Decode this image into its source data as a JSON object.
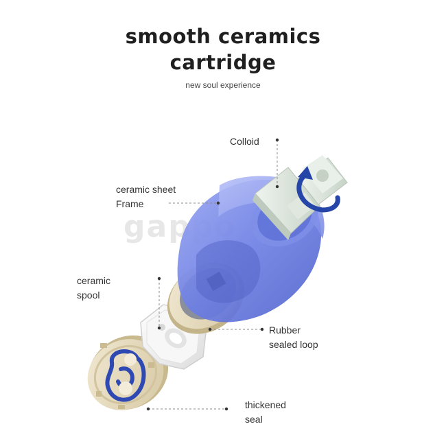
{
  "header": {
    "title_line1": "smooth ceramics",
    "title_line2": "cartridge",
    "subtitle": "new soul experience"
  },
  "callouts": {
    "colloid": [
      "Colloid"
    ],
    "frame": [
      "ceramic sheet",
      "Frame"
    ],
    "spool": [
      "ceramic",
      "spool"
    ],
    "rubber": [
      "Rubber",
      "sealed loop"
    ],
    "seal": [
      "thickened",
      "seal"
    ]
  },
  "watermark": "gappo",
  "colors": {
    "blue_housing": "#6f80e6",
    "stem_green": "#d6e2d6",
    "ceramic_beige": "#e6dcc2",
    "oring_blue": "#2f49b3",
    "arrow_blue": "#2645a8"
  }
}
